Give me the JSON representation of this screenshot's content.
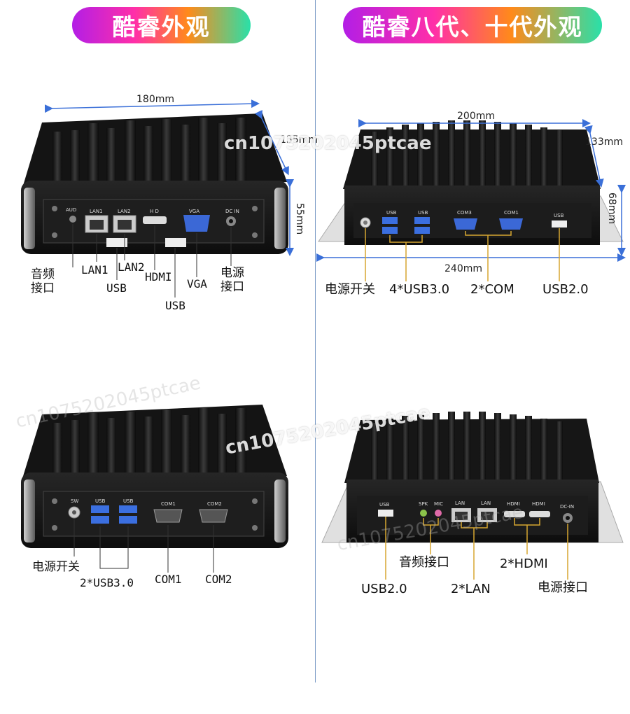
{
  "panels": {
    "top_left": {
      "title": "酷睿外观",
      "dim_width": "180mm",
      "dim_depth": "135mm",
      "dim_height": "55mm",
      "ports": [
        "AUD",
        "LAN1",
        "LAN2",
        "H D",
        "VGA",
        "DC IN"
      ],
      "labels": {
        "audio": "音频\n接口",
        "lan1": "LAN1",
        "lan2": "LAN2",
        "usb_a": "USB",
        "hdmi": "HDMI",
        "vga": "VGA",
        "usb_b": "USB",
        "power": "电源\n接口"
      }
    },
    "top_right": {
      "title": "酷睿八代、十代外观",
      "dim_width": "200mm",
      "dim_depth": "133mm",
      "dim_height": "68mm",
      "dim_base": "240mm",
      "ports": [
        "USB",
        "USB",
        "COM3",
        "COM1",
        "USB"
      ],
      "labels": {
        "power_switch": "电源开关",
        "usb3": "4*USB3.0",
        "com": "2*COM",
        "usb2": "USB2.0"
      }
    },
    "bottom_left": {
      "ports": [
        "SW",
        "USB",
        "USB",
        "COM1",
        "COM2"
      ],
      "labels": {
        "power_switch": "电源开关",
        "usb3": "2*USB3.0",
        "com1": "COM1",
        "com2": "COM2"
      }
    },
    "bottom_right": {
      "ports": [
        "USB",
        "SPK",
        "MIC",
        "LAN",
        "LAN",
        "HDMI",
        "HDMI",
        "DC-IN"
      ],
      "labels": {
        "audio": "音频接口",
        "hdmi": "2*HDMI",
        "usb2": "USB2.0",
        "lan": "2*LAN",
        "power": "电源接口"
      }
    }
  },
  "watermark": "cn1075202045ptcae",
  "colors": {
    "accent_blue": "#3a6fd8",
    "leader_gold": "#d7a630",
    "case_black": "#161616"
  }
}
